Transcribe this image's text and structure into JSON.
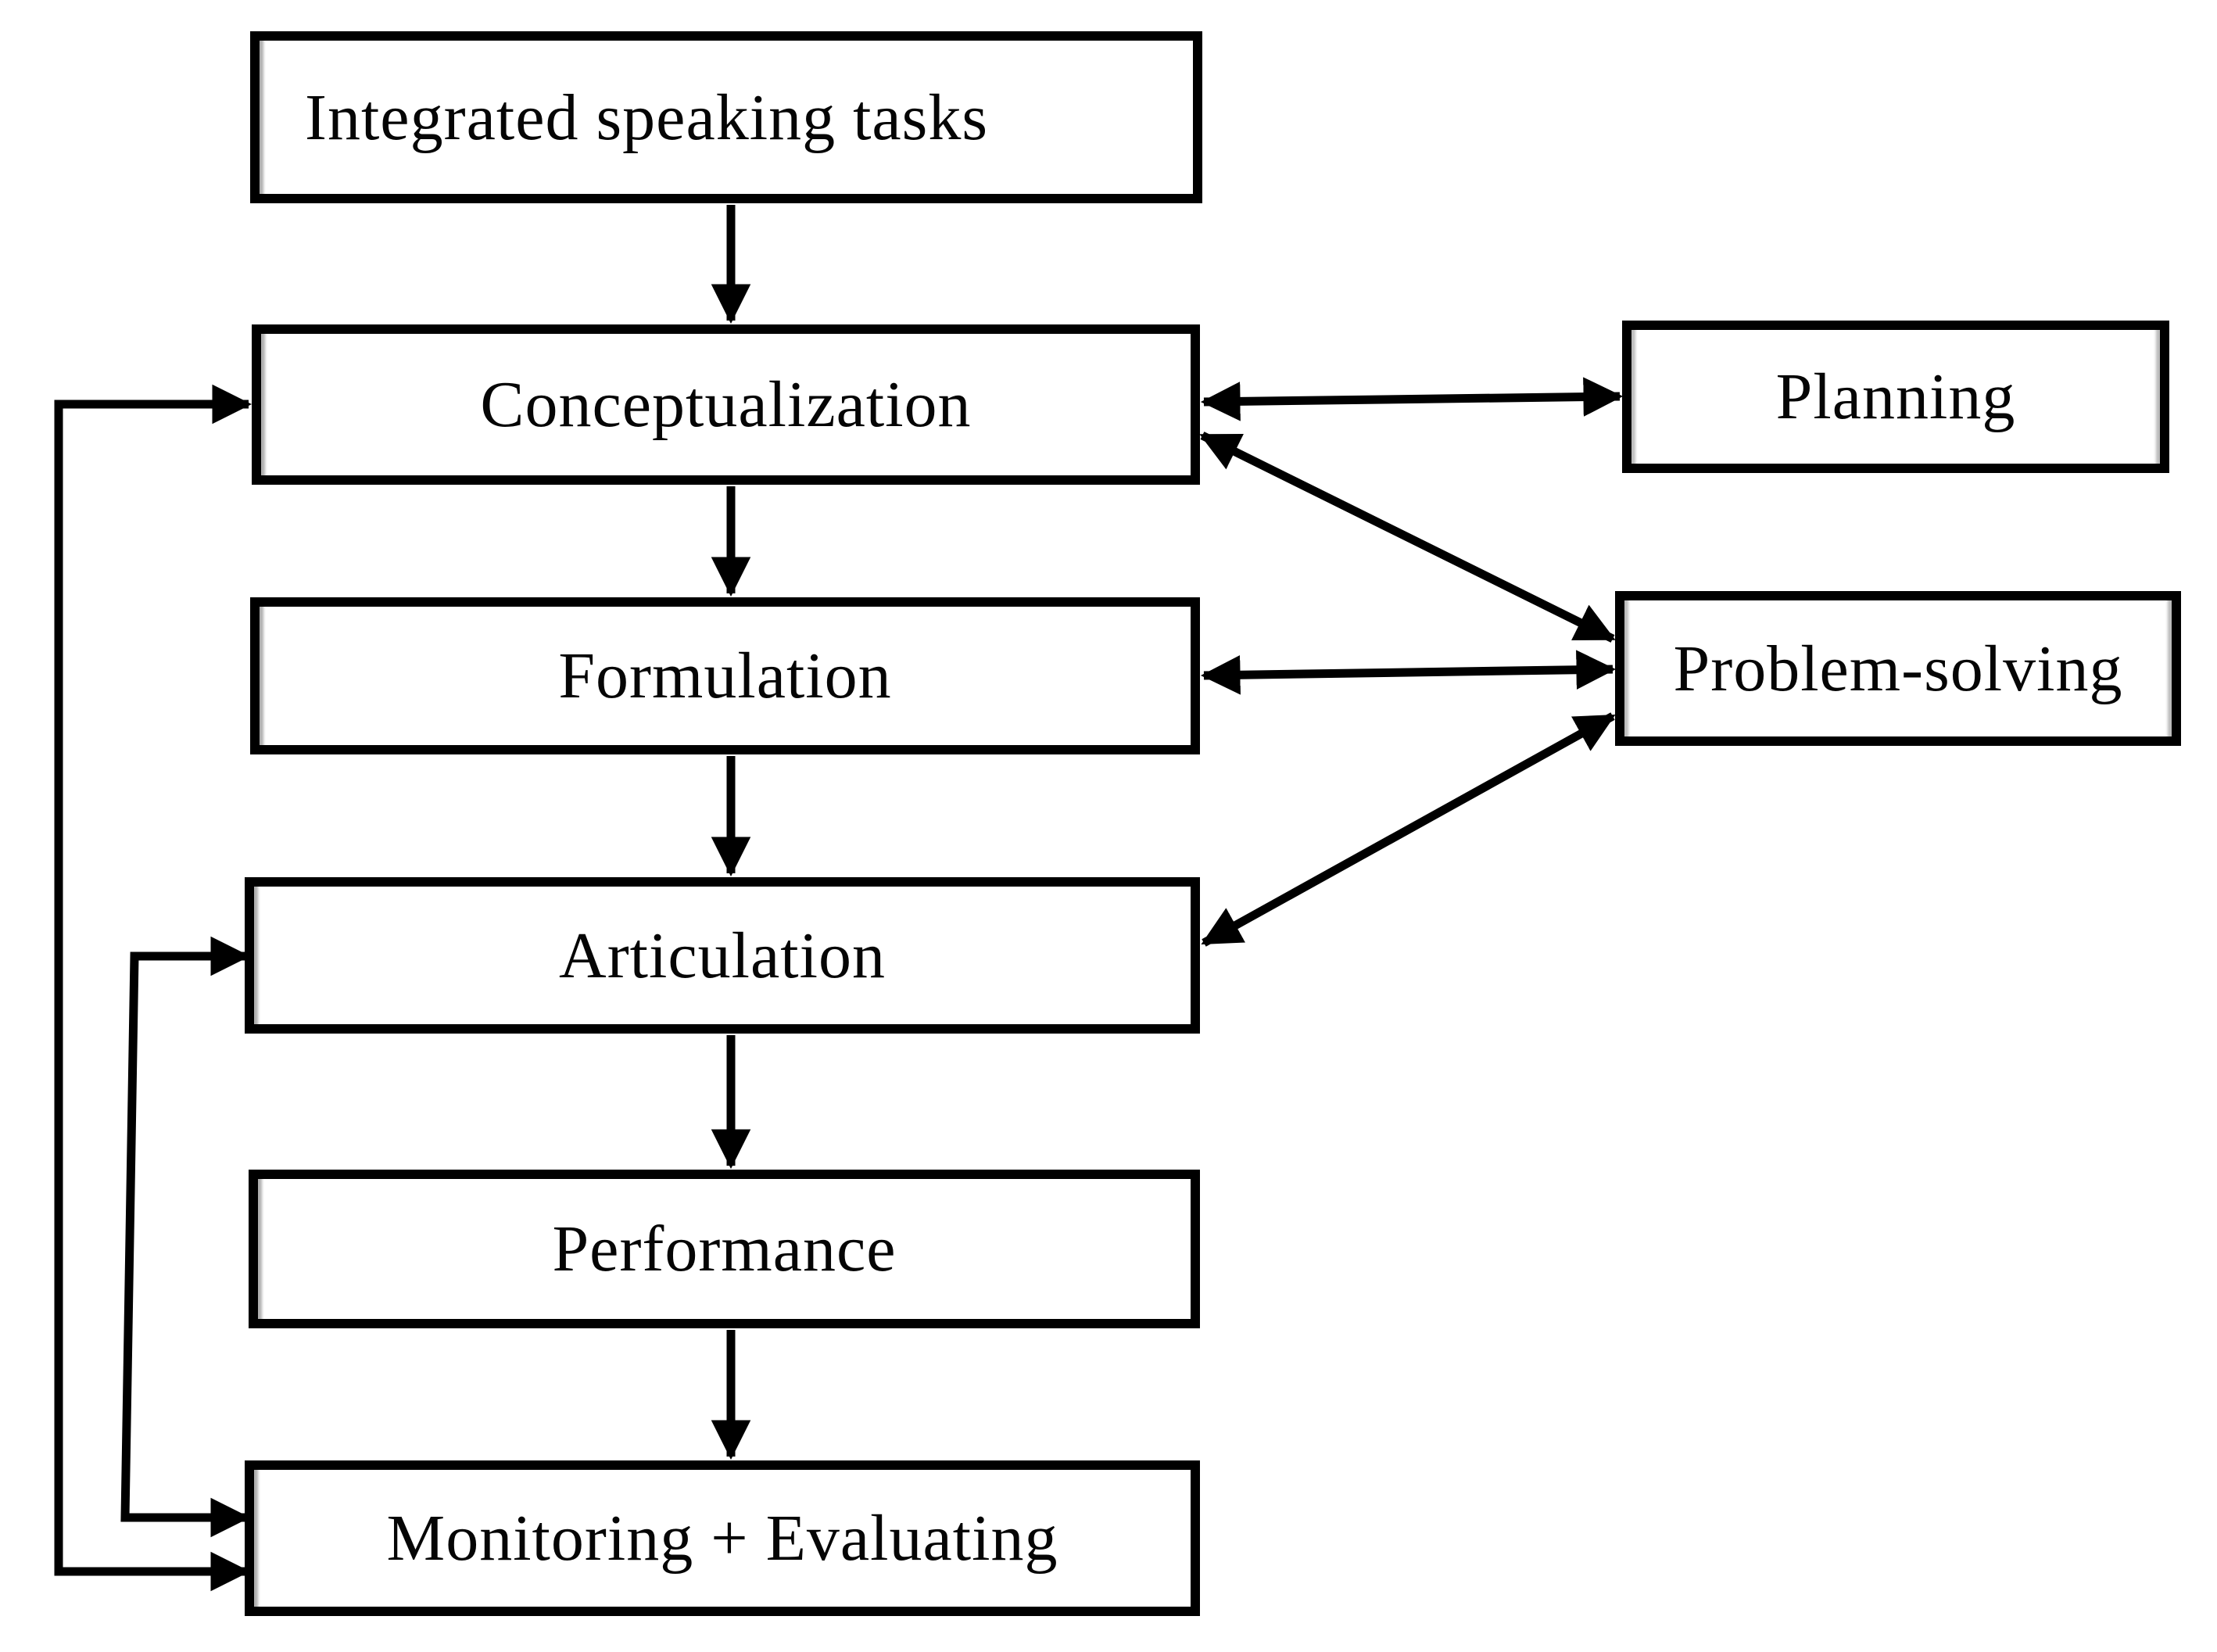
{
  "figure": {
    "type": "flowchart",
    "background": "#ffffff"
  },
  "nodes": {
    "integrated": {
      "label": "Integrated speaking tasks"
    },
    "conceptualization": {
      "label": "Conceptualization"
    },
    "formulation": {
      "label": "Formulation"
    },
    "articulation": {
      "label": "Articulation"
    },
    "performance": {
      "label": "Performance"
    },
    "monitoring": {
      "label": "Monitoring + Evaluating"
    },
    "planning": {
      "label": "Planning"
    },
    "problem_solving": {
      "label": "Problem-solving"
    }
  },
  "connections": [
    {
      "from": "integrated",
      "to": "conceptualization",
      "direction": "one-way",
      "style": "straight"
    },
    {
      "from": "conceptualization",
      "to": "formulation",
      "direction": "one-way",
      "style": "straight"
    },
    {
      "from": "formulation",
      "to": "articulation",
      "direction": "one-way",
      "style": "straight"
    },
    {
      "from": "articulation",
      "to": "performance",
      "direction": "one-way",
      "style": "straight"
    },
    {
      "from": "performance",
      "to": "monitoring",
      "direction": "one-way",
      "style": "straight"
    },
    {
      "from": "conceptualization",
      "to": "planning",
      "direction": "two-way",
      "style": "straight"
    },
    {
      "from": "conceptualization",
      "to": "problem_solving",
      "direction": "two-way",
      "style": "diagonal"
    },
    {
      "from": "formulation",
      "to": "problem_solving",
      "direction": "two-way",
      "style": "straight"
    },
    {
      "from": "articulation",
      "to": "problem_solving",
      "direction": "two-way",
      "style": "diagonal"
    },
    {
      "from": "monitoring",
      "to": "conceptualization",
      "direction": "two-way",
      "style": "elbow"
    },
    {
      "from": "monitoring",
      "to": "articulation",
      "direction": "two-way",
      "style": "elbow"
    }
  ],
  "colors": {
    "ink": "#000000",
    "node_fill": "#ffffff",
    "node_border": "#000000",
    "background": "#ffffff"
  }
}
